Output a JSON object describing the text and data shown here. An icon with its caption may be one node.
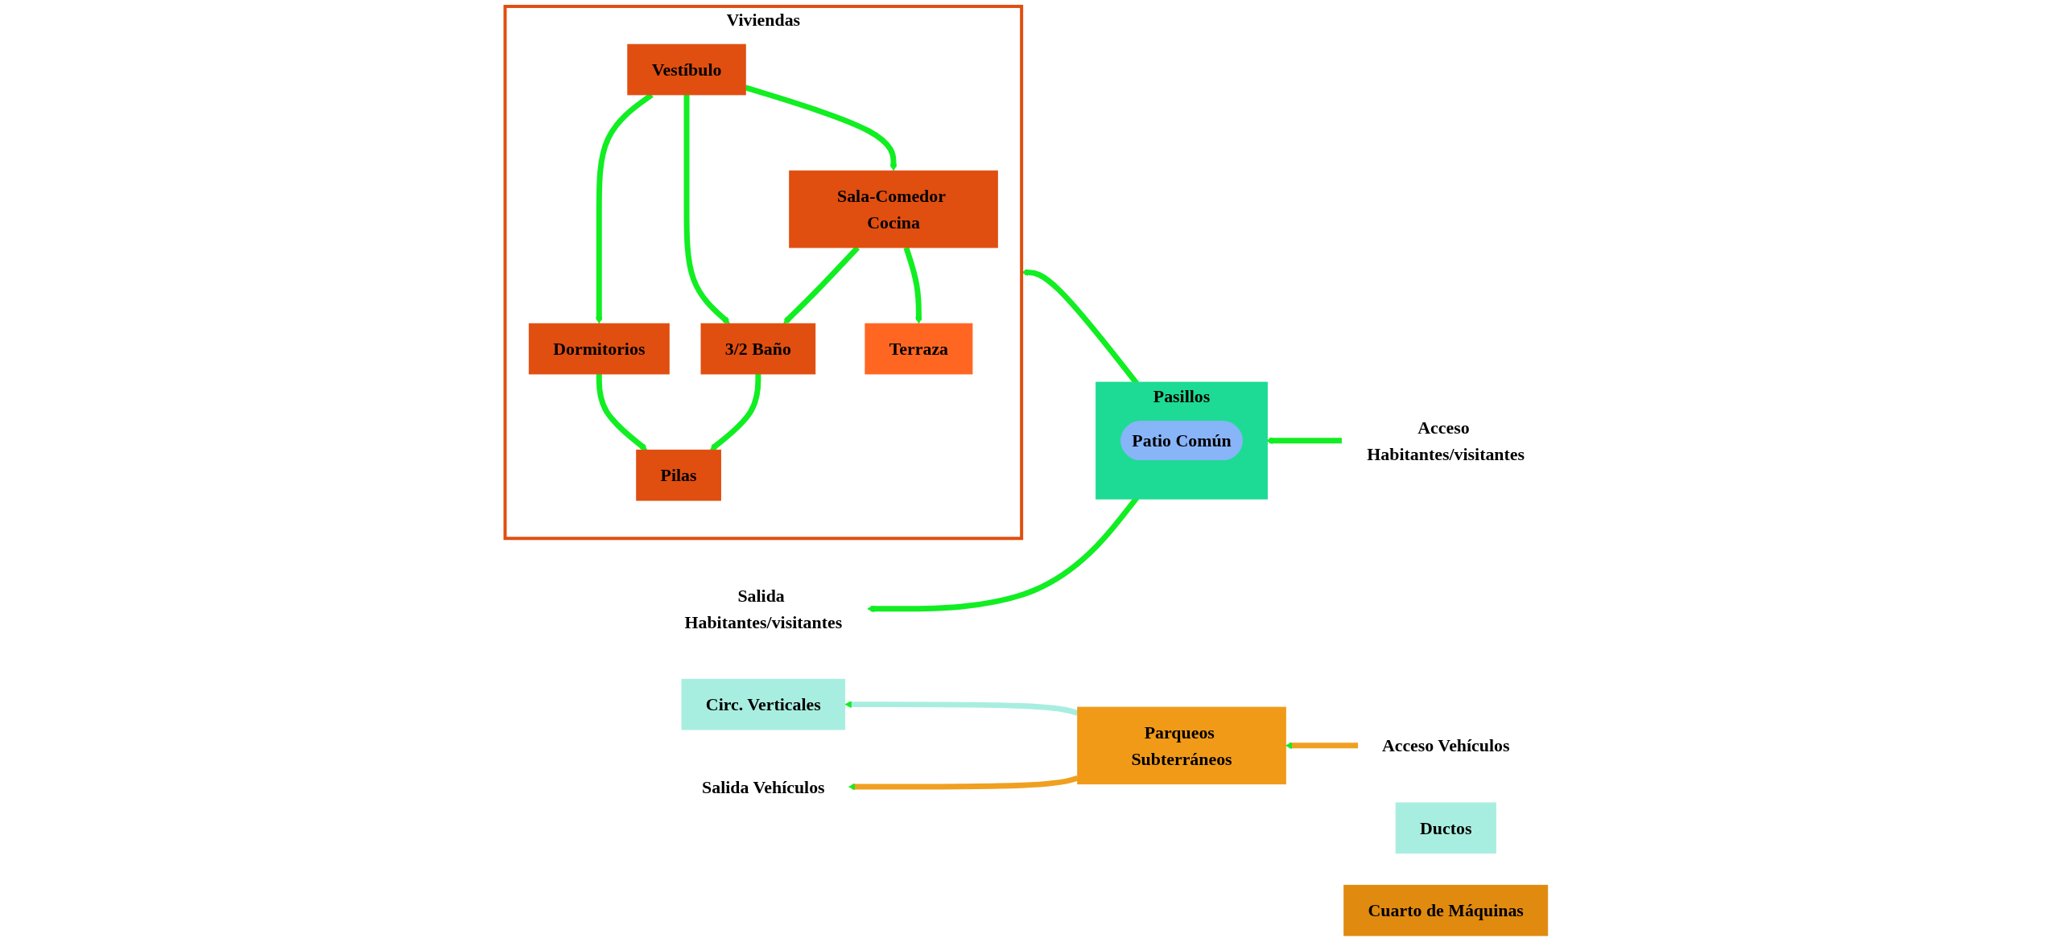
{
  "diagram": {
    "nodes": [
      {
        "text": [
          "Acceso Habitantes/visitantes"
        ]
      },
      {
        "text": [
          "Acceso Vehículos"
        ]
      },
      {
        "text": [
          "Viviendas"
        ]
      },
      {
        "text": [
          "Pilas"
        ],
        "in": 2
      },
      {
        "text": [
          "Dormitorios"
        ],
        "in": 2
      },
      {
        "text": [
          "Terraza"
        ],
        "in": 2
      },
      {
        "text": [
          "3/2 Baño"
        ],
        "in": 2
      },
      {
        "text": [
          "Vestíbulo"
        ],
        "in": 2
      },
      {
        "text": [
          "Sala-Comedor Cocina"
        ],
        "in": 2
      },
      {
        "text": [
          "Pasillos"
        ]
      },
      {
        "text": [
          "Ductos"
        ]
      },
      {
        "text": [
          "Patio Común"
        ],
        "in": 9
      },
      {
        "text": [
          "Circ. Verticales"
        ]
      },
      {
        "text": [
          "Parqueos Subterráneos"
        ]
      },
      {
        "text": [
          "Cuarto de Máquinas"
        ]
      },
      {
        "text": [
          "Salida Habitantes/visitantes"
        ]
      },
      {
        "text": [
          "Salida Vehículos"
        ]
      }
    ],
    "edges": [
      {
        "from": 0,
        "to": 9,
        "arrow": "to"
      },
      {
        "from": 1,
        "to": 13,
        "arrow": "to",
        "color": "#f0a020"
      },
      {
        "from": 4,
        "to": 3,
        "arrow": "to"
      },
      {
        "from": 6,
        "to": 3,
        "arrow": "to"
      },
      {
        "from": 7,
        "to": 4,
        "arrow": "to"
      },
      {
        "from": 7,
        "to": 6,
        "arrow": "to"
      },
      {
        "from": 8,
        "to": 6,
        "arrow": "to"
      },
      {
        "from": 8,
        "to": 5,
        "arrow": "to"
      },
      {
        "from": 7,
        "to": 8,
        "arrow": "to"
      },
      {
        "from": 9,
        "to": 2,
        "arrow": "to"
      },
      {
        "from": 13,
        "to": 12,
        "arrow": "to",
        "color": "#a8eee0"
      },
      {
        "from": 9,
        "to": 15,
        "arrow": "to"
      },
      {
        "from": 13,
        "to": 16,
        "arrow": "to",
        "color": "#f0a020"
      }
    ]
  }
}
